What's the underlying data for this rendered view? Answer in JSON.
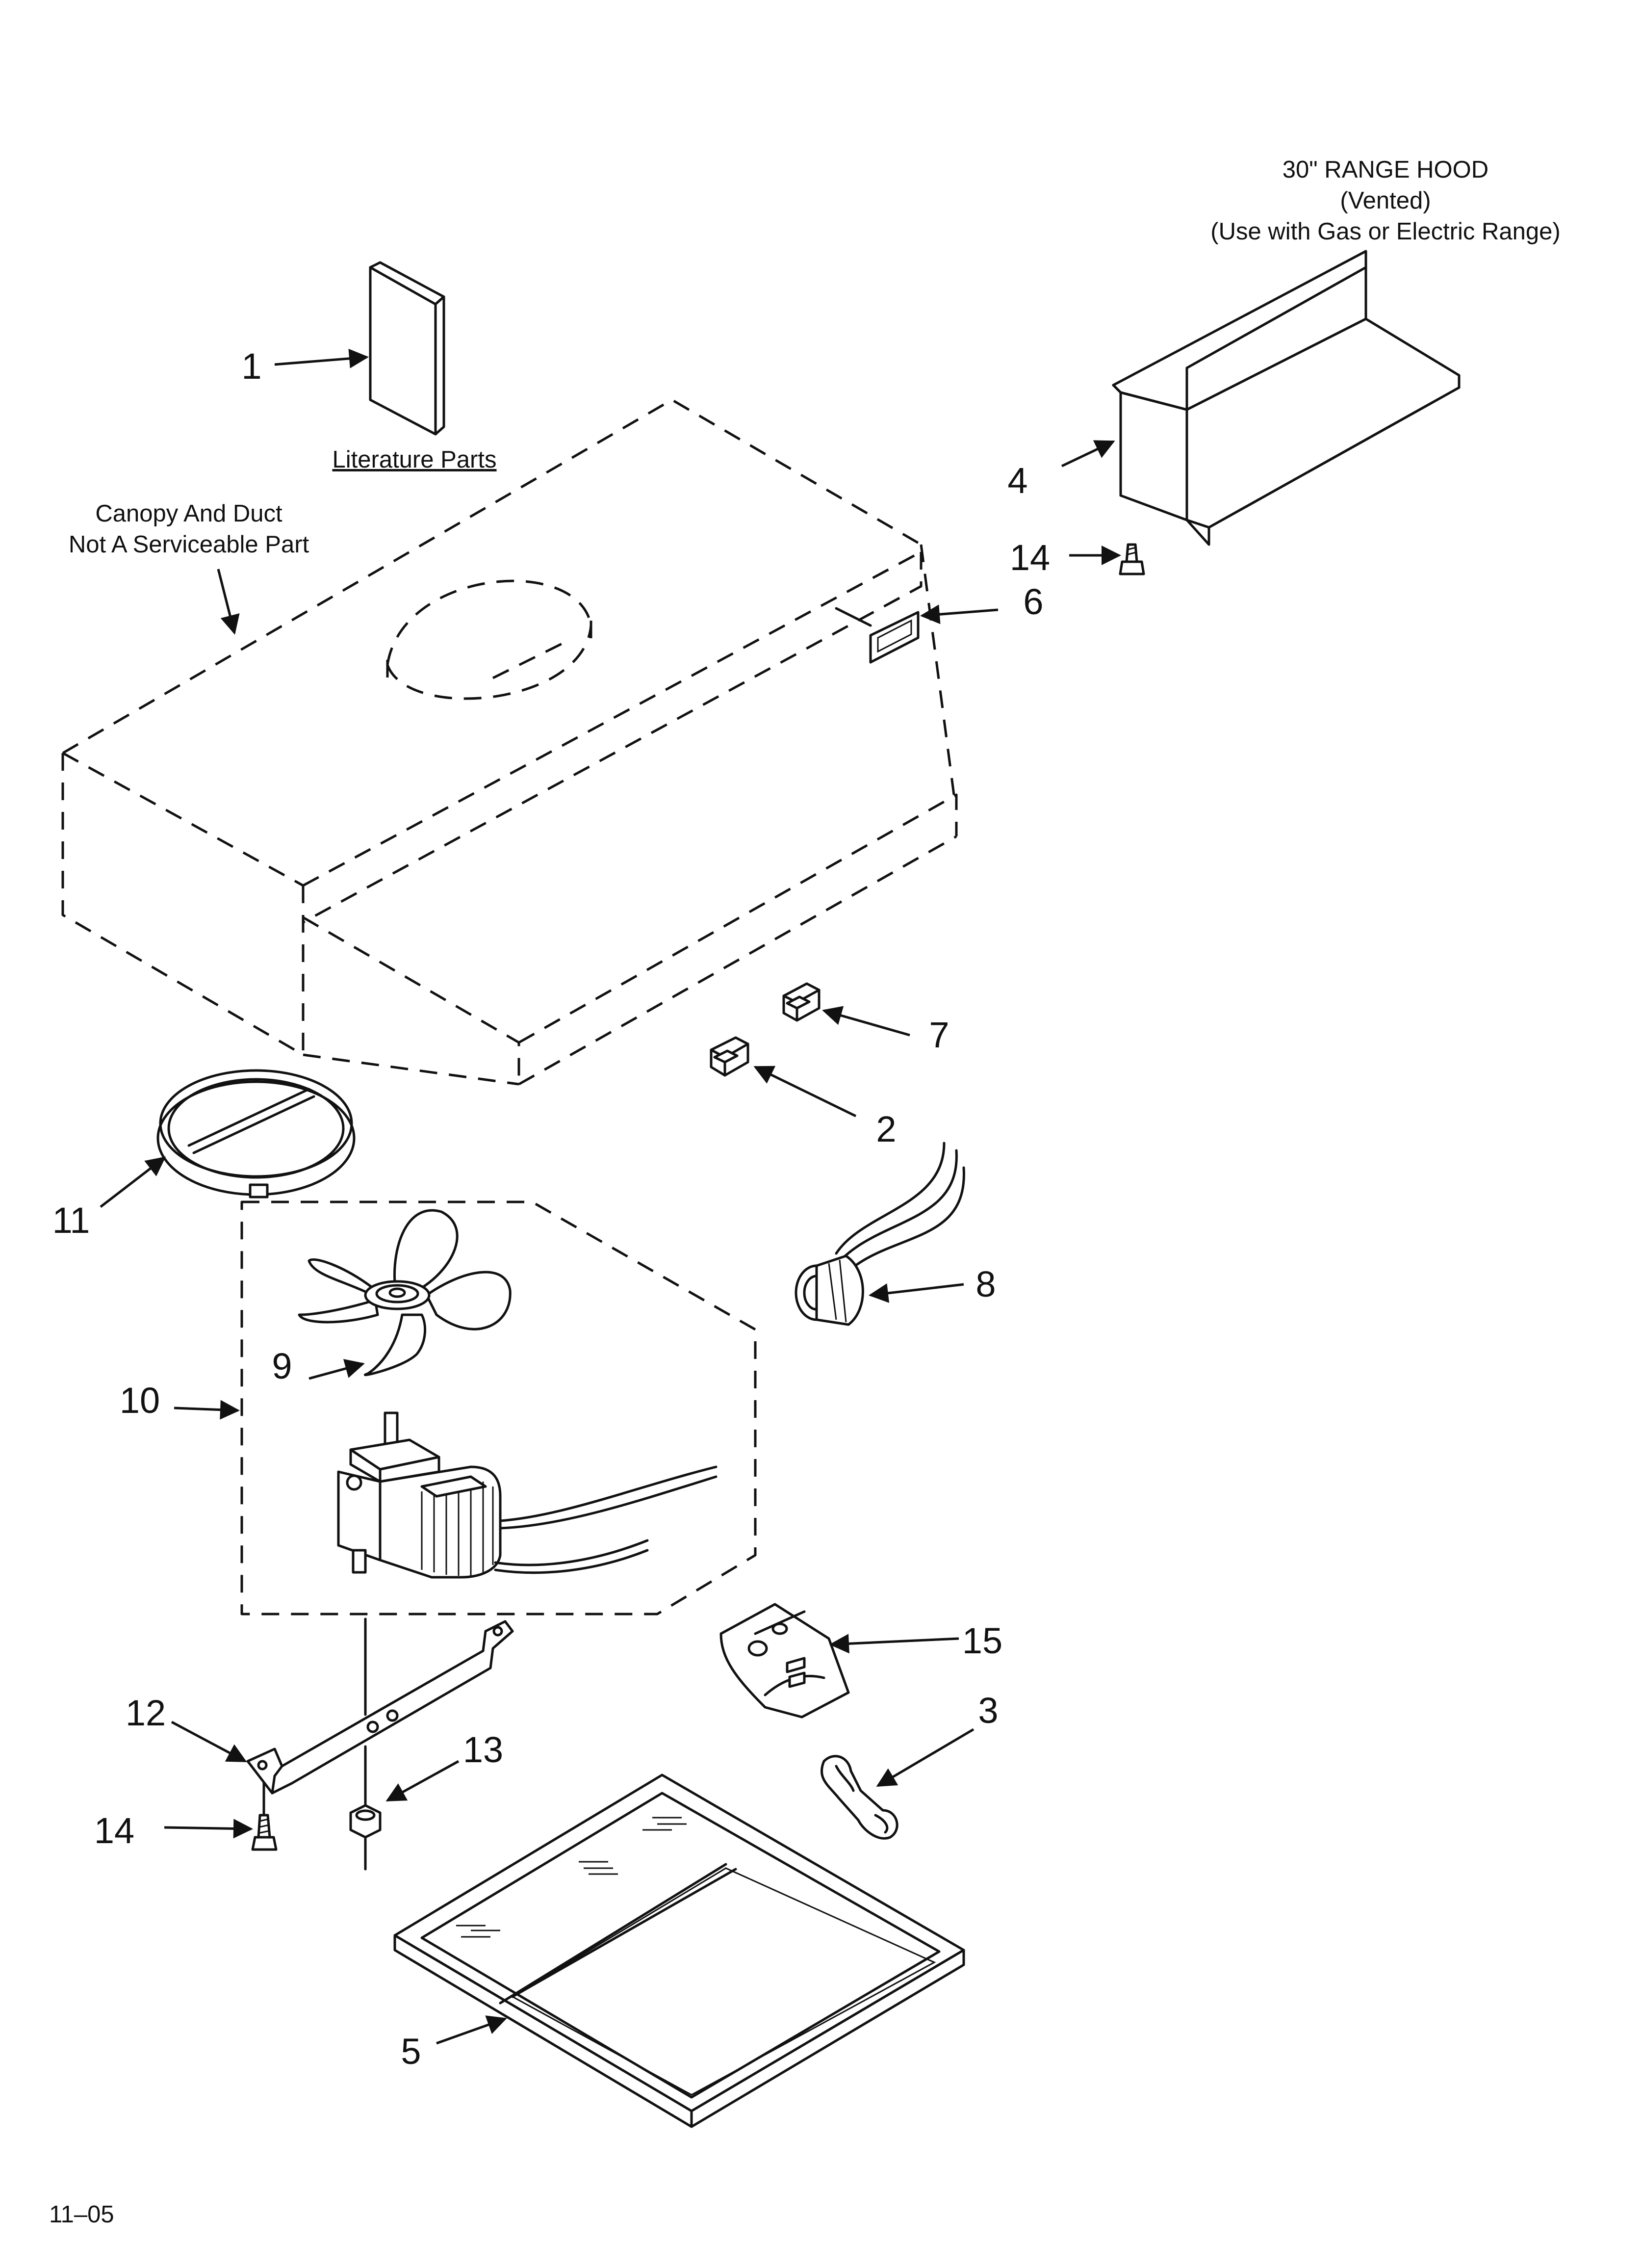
{
  "title": {
    "line1": "30\" RANGE HOOD",
    "line2": "(Vented)",
    "line3": "(Use with Gas or Electric Range)"
  },
  "notes": {
    "literature": "Literature Parts",
    "canopy_line1": "Canopy And Duct",
    "canopy_line2": "Not A Serviceable Part"
  },
  "callouts": {
    "c1": "1",
    "c2": "2",
    "c3": "3",
    "c4": "4",
    "c5": "5",
    "c6": "6",
    "c7": "7",
    "c8": "8",
    "c9": "9",
    "c10": "10",
    "c11": "11",
    "c12": "12",
    "c13": "13",
    "c14a": "14",
    "c14b": "14",
    "c15": "15"
  },
  "footer": {
    "date_code": "11–05"
  },
  "colors": {
    "ink": "#111111",
    "paper": "#ffffff"
  }
}
